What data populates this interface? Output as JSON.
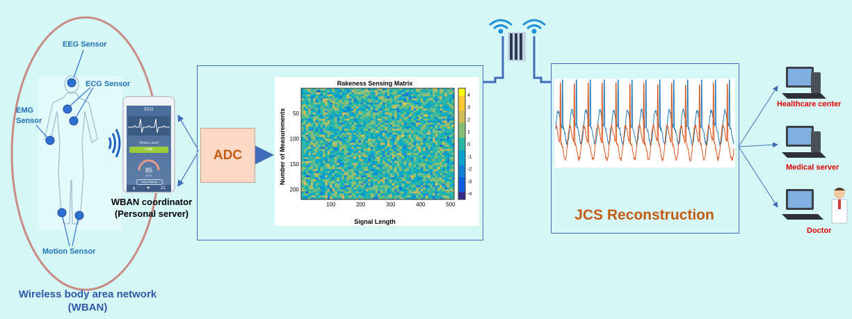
{
  "wban": {
    "title_line1": "Wireless body area network",
    "title_line2": "(WBAN)",
    "sensors": {
      "eeg": "EEG Sensor",
      "ecg": "ECG Sensor",
      "emg_line1": "EMG",
      "emg_line2": "Sensor",
      "motion": "Motion Sensor"
    }
  },
  "phone": {
    "header": "ECG",
    "stress_label": "Stress Level",
    "stress_value": "Low",
    "bpm_value": "85",
    "bpm_unit": "BPM",
    "history_button": "View History",
    "icon_names": [
      "phone-nav-icon",
      "heart-icon",
      "sleep-icon"
    ],
    "caption_line1": "WBAN coordinator",
    "caption_line2": "(Personal server)"
  },
  "adc": {
    "label": "ADC",
    "fill": "#fbd9c6",
    "text_color": "#c55a11"
  },
  "matrix_chart": {
    "chart_data": {
      "type": "heatmap",
      "title": "Rakeness Sensing Matrix",
      "xlabel": "Signal Length",
      "ylabel": "Number of Measurements",
      "x_ticks": [
        100,
        200,
        300,
        400,
        500
      ],
      "y_ticks": [
        50,
        100,
        150,
        200
      ],
      "xlim": [
        1,
        512
      ],
      "ylim": [
        1,
        220
      ],
      "colorbar_ticks": [
        4,
        3,
        2,
        1,
        0,
        -1,
        -2,
        -3,
        -4
      ],
      "colorbar_range": [
        -4.5,
        4.5
      ],
      "colormap": "parula"
    }
  },
  "reconstruction": {
    "label": "JCS Reconstruction",
    "label_color": "#c55a11",
    "series_colors": [
      "#1f77b4",
      "#d95319"
    ]
  },
  "destinations": {
    "healthcare": "Healthcare center",
    "medical_server": "Medical server",
    "doctor": "Doctor"
  },
  "colors": {
    "background": "#d5f8f7",
    "accent_blue": "#3f6bb8",
    "label_blue": "#1f6fb5",
    "label_red": "#e00000",
    "ellipse": "#c98a83"
  }
}
